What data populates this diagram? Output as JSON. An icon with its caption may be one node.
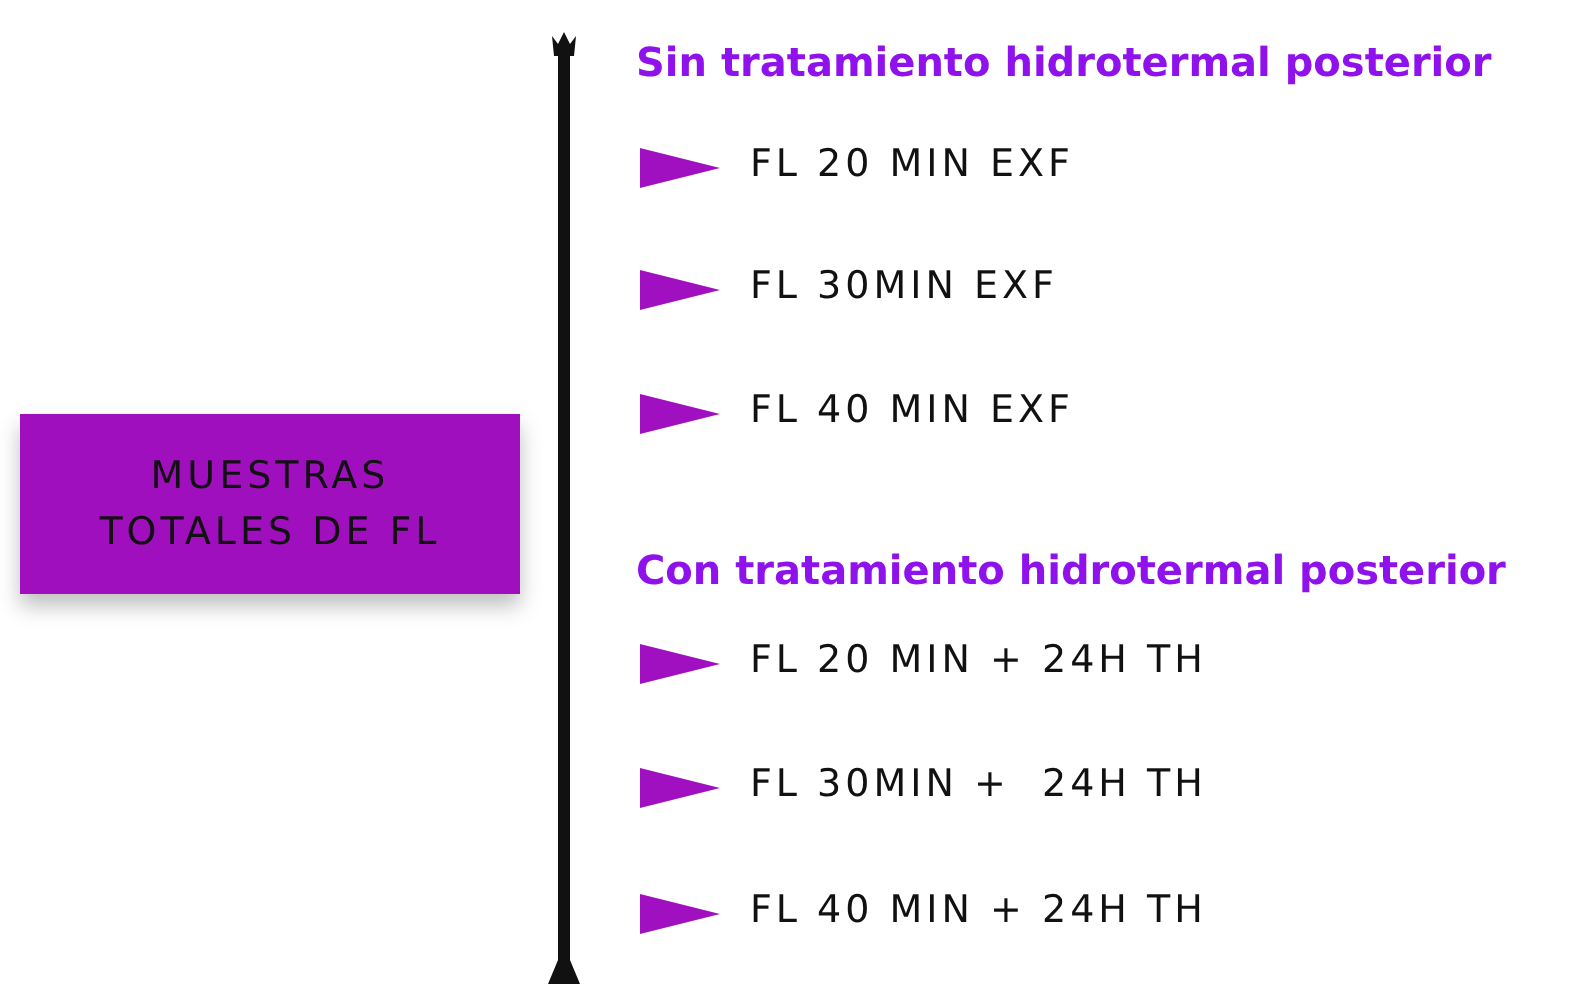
{
  "diagram": {
    "nodes": [
      {
        "text": [
          "MUESTRAS TOTALES DE FL"
        ]
      }
    ],
    "labels": [
      "Sin tratamiento hidrotermal posterior",
      "FL 20 MIN EXF",
      "FL 30MIN EXF",
      "FL 40 MIN EXF",
      "Con tratamiento hidrotermal posterior",
      "FL 20 MIN + 24H TH",
      "FL 30MIN +  24H TH",
      "FL 40 MIN + 24H TH"
    ]
  }
}
